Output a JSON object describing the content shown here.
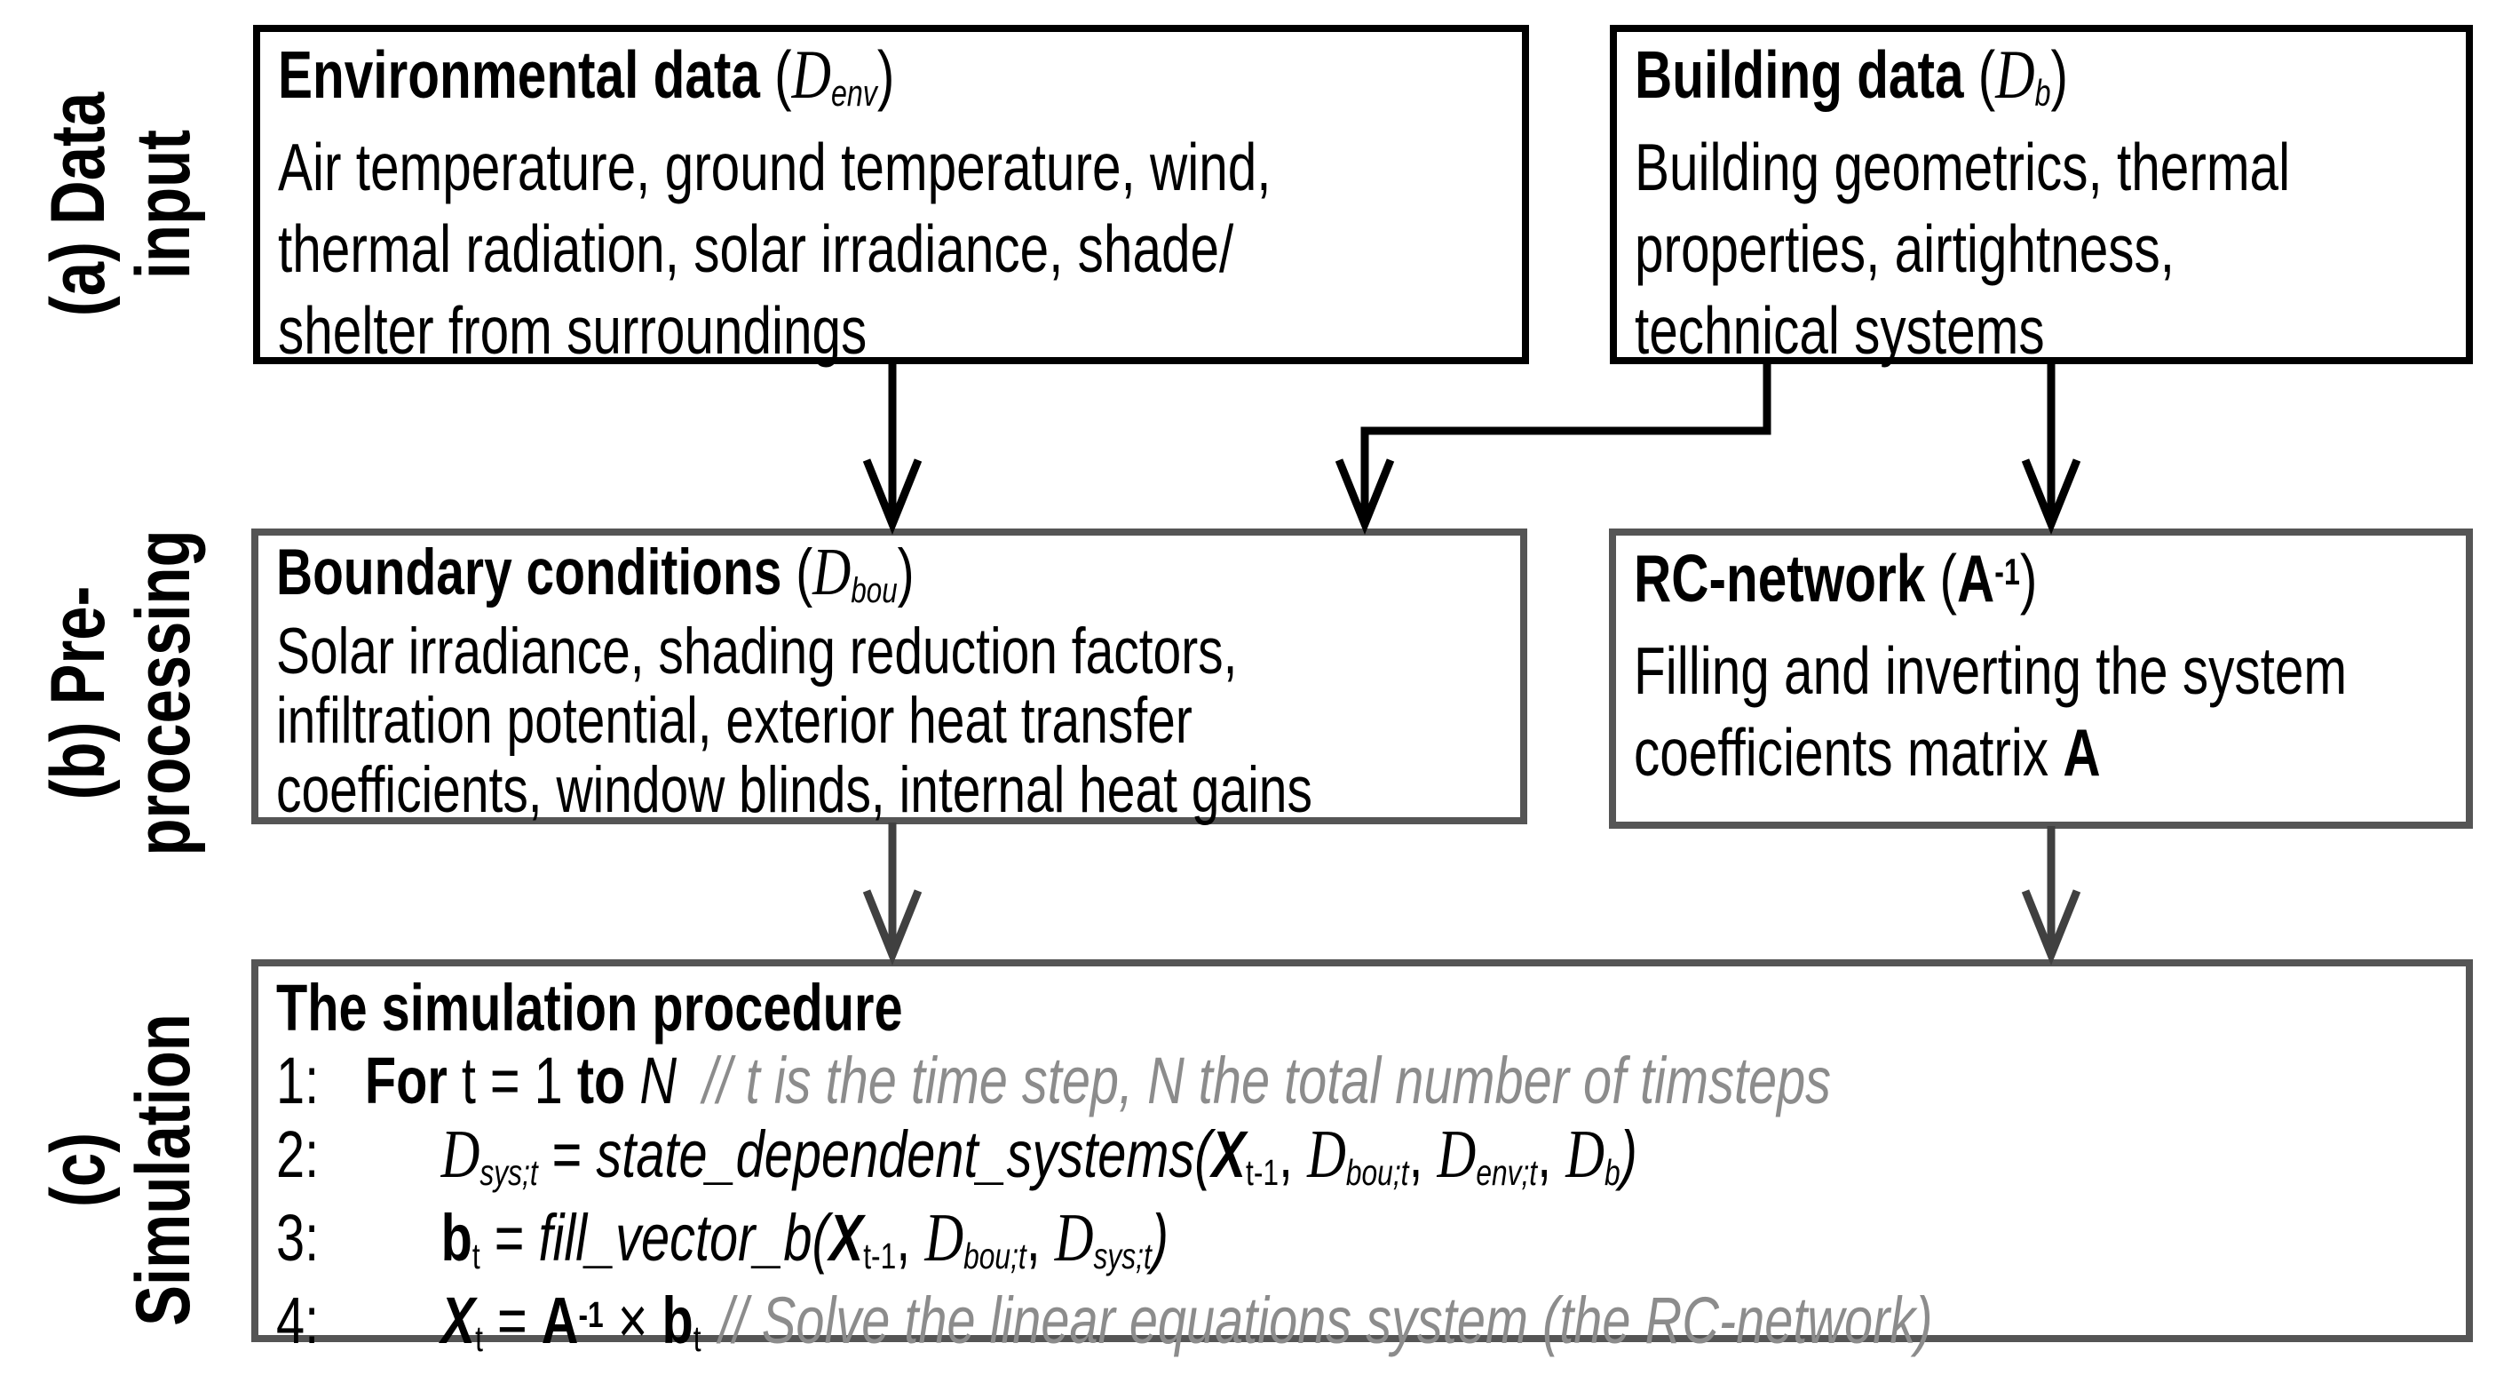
{
  "labels": {
    "a": "(a) Data\ninput",
    "b": "(b) Pre-\nprocessing",
    "c": "(c)\nSimulation"
  },
  "env": {
    "title": "Environmental data",
    "open": " (",
    "d": "D",
    "sub": "env",
    "close": ")",
    "body": "Air temperature, ground temperature, wind,\nthermal radiation, solar irradiance, shade/\nshelter from surroundings"
  },
  "building": {
    "title": "Building data",
    "open": " (",
    "d": "D",
    "sub": "b",
    "close": ")",
    "body": "Building geometrics, thermal\nproperties, airtightness,\ntechnical systems"
  },
  "boundary": {
    "title": "Boundary conditions",
    "open": " (",
    "d": "D",
    "sub": "bou",
    "close": ")",
    "body": "Solar irradiance, shading reduction factors,\ninfiltration potential, exterior heat transfer\ncoefficients, window blinds, internal heat gains"
  },
  "rc": {
    "title": "RC-network",
    "open": " (",
    "matrix": "A",
    "sup": "-1",
    "close": ")",
    "body": "Filling and inverting the system\ncoefficients matrix ",
    "body_bold": "A"
  },
  "sim": {
    "title": "The simulation procedure",
    "line1": {
      "no": "1:",
      "kw1": "For",
      "mid": " t = 1 ",
      "kw2": "to",
      "n": " N",
      "comment": "// t is the time step, N the total number of timsteps"
    },
    "line2": {
      "no": "2:",
      "d1": "D",
      "d1s": "sys;t",
      "eq": " = ",
      "fn": "state_dependent_systems(",
      "x": "X",
      "xs": "t-1",
      "c1": ", ",
      "d2": "D",
      "d2s": "bou;t",
      "c2": ", ",
      "d3": "D",
      "d3s": "env;t",
      "c3": ", ",
      "d4": "D",
      "d4s": "b",
      "close": ")"
    },
    "line3": {
      "no": "3:",
      "b": "b",
      "bs": "t",
      "eq": " = ",
      "fn": "fill_vector_b(",
      "x": "X",
      "xs": "t-1",
      "c1": ", ",
      "d1": "D",
      "d1s": "bou;t",
      "c2": ", ",
      "d2": "D",
      "d2s": "sys;t",
      "close": ")"
    },
    "line4": {
      "no": "4:",
      "x": "X",
      "xs": "t",
      "eq": " = ",
      "a": "A",
      "asup": "-1",
      "times": " × ",
      "b": "b",
      "bs": "t",
      "comment": "// Solve the linear equations system (the RC-network)"
    }
  },
  "colors": {
    "top_box_border": "#000000",
    "gray_box_border": "#555555",
    "arrow_dark": "#000000",
    "arrow_gray": "#404040",
    "comment_text": "#8c8c8c"
  }
}
